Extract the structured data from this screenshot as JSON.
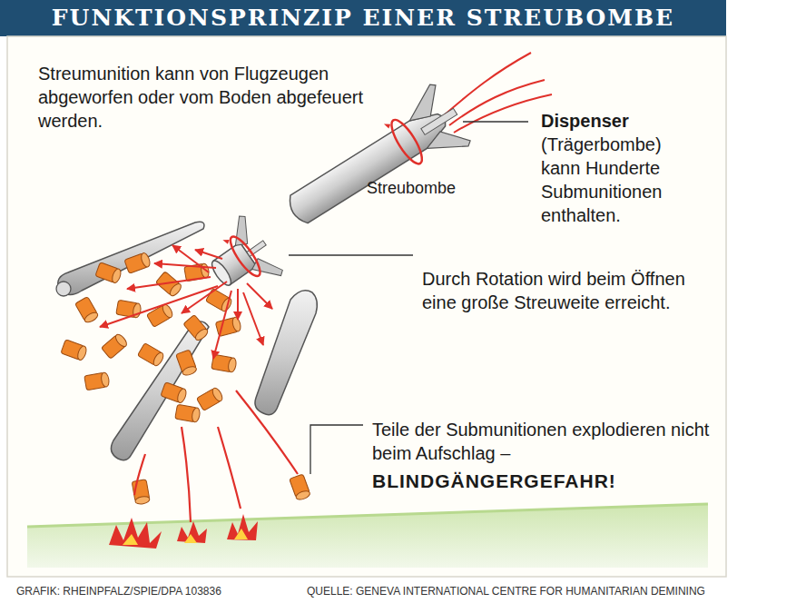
{
  "diagram": {
    "title": "FUNKTIONSPRINZIP EINER STREUBOMBE",
    "labels": [
      "Streumunition kann von Flugzeugen abgeworfen oder vom Boden abgefeuert werden.",
      "Streubombe",
      "Dispenser",
      "(Trägerbombe) kann Hunderte Submunitionen enthalten.",
      "Durch Rotation wird beim Öffnen eine große Streuweite erreicht.",
      "Teile der Submunitionen explodieren nicht beim Aufschlag –",
      "BLINDGÄNGERGEFAHR!",
      "GRAFIK: RHEINPFALZ/SPIE/DPA 103836",
      "QUELLE: GENEVA INTERNATIONAL CENTRE FOR HUMANITARIAN DEMINING"
    ]
  }
}
